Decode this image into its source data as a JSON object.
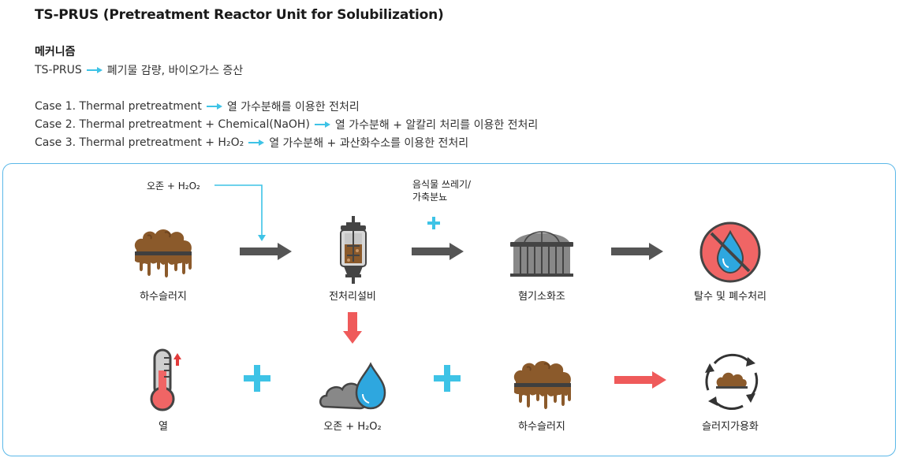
{
  "title": "TS-PRUS (Pretreatment Reactor Unit for Solubilization)",
  "mechanism": {
    "heading": "메커니즘",
    "summary": {
      "left": "TS-PRUS",
      "right": "폐기물 감량, 바이오가스 증산"
    }
  },
  "cases": [
    {
      "left": "Case 1. Thermal pretreatment",
      "right": "열 가수분해를 이용한 전처리"
    },
    {
      "left": "Case 2. Thermal pretreatment + Chemical(NaOH)",
      "right": "열 가수분해 + 알칼리 처리를 이용한 전처리"
    },
    {
      "left": "Case 3. Thermal pretreatment + H₂O₂",
      "right": "열 가수분해 + 과산화수소를 이용한 전처리"
    }
  ],
  "diagram": {
    "ozone_input": "오존 + H₂O₂",
    "food_waste_input": "음식물 쓰레기/\n가축분뇨",
    "top_row": [
      "하수슬러지",
      "전처리설비",
      "혐기소화조",
      "탈수 및 폐수처리"
    ],
    "bottom_row": [
      "열",
      "오존 + H₂O₂",
      "하수슬러지",
      "슬러지가용화"
    ]
  },
  "colors": {
    "accent_cyan": "#3ec3e6",
    "arrow_gray": "#555555",
    "arrow_red": "#ef5a5a",
    "sludge_brown": "#8b5a2b",
    "border_blue": "#5bb8e8"
  }
}
